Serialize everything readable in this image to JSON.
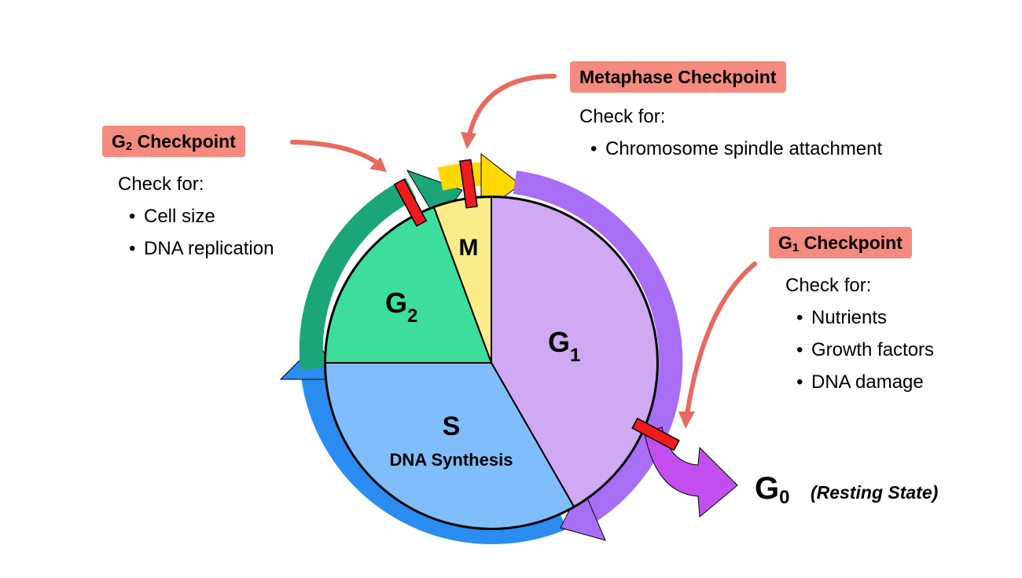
{
  "phases": {
    "m": "M",
    "g2_main": "G",
    "g2_sub": "2",
    "g1_main": "G",
    "g1_sub": "1",
    "s": "S",
    "s_desc": "DNA Synthesis"
  },
  "checkpoints": {
    "g2": {
      "title_main": "G",
      "title_sub": "2",
      "title_rest": " Checkpoint",
      "check_for": "Check for:",
      "items": [
        "Cell size",
        "DNA replication"
      ]
    },
    "metaphase": {
      "title": "Metaphase Checkpoint",
      "check_for": "Check for:",
      "items": [
        "Chromosome spindle attachment"
      ]
    },
    "g1": {
      "title_main": "G",
      "title_sub": "1",
      "title_rest": " Checkpoint",
      "check_for": "Check for:",
      "items": [
        "Nutrients",
        "Growth factors",
        "DNA damage"
      ]
    }
  },
  "g0": {
    "main": "G",
    "sub": "0",
    "desc": "(Resting State)"
  },
  "colors": {
    "g1": "#cfa9f2",
    "g1_arrow": "#a86ef5",
    "s": "#80bdfd",
    "s_arrow": "#2b8cf2",
    "g2": "#3ddd9d",
    "g2_arrow": "#1ba679",
    "m": "#fbec8b",
    "m_arrow": "#ffd800",
    "g0_arrow": "#c34ef0",
    "checkpoint_bar": "#ee1c1c",
    "label_bg": "#f58a7e",
    "pointer": "#e8695f"
  }
}
